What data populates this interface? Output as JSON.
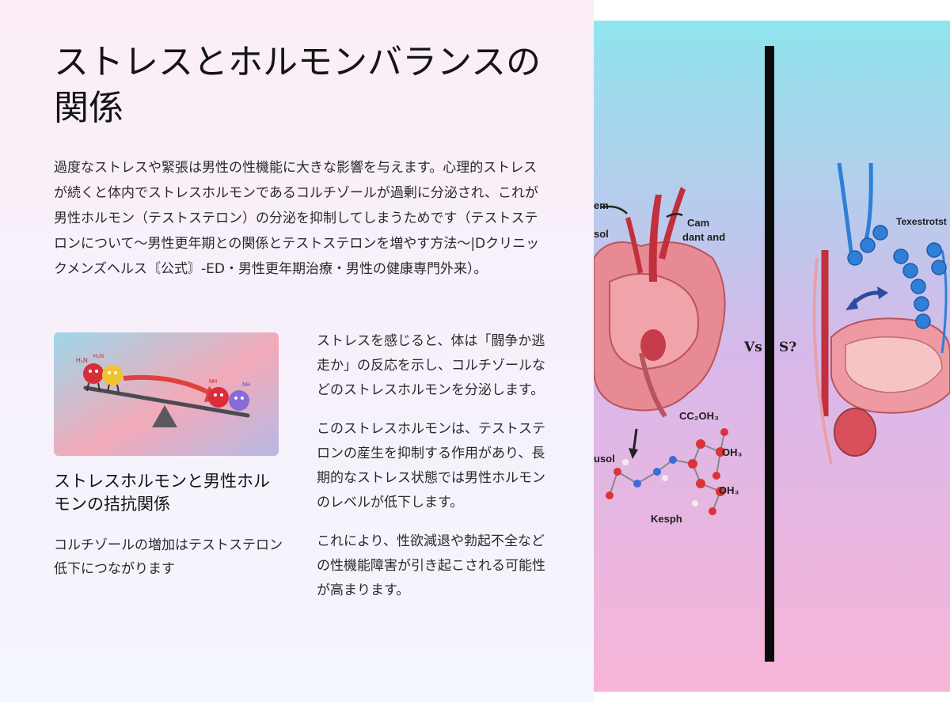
{
  "article": {
    "title": "ストレスとホルモンバランスの関係",
    "intro": "過度なストレスや緊張は男性の性機能に大きな影響を与えます。心理的ストレスが続くと体内でストレスホルモンであるコルチゾールが過剰に分泌され、これが男性ホルモン（テストステロン）の分泌を抑制してしまうためです（テストステロンについて〜男性更年期との関係とテストステロンを増やす方法〜|Dクリニックメンズヘルス〘公式〙-ED・男性更年期治療・男性の健康専門外来）。",
    "card": {
      "title": "ストレスホルモンと男性ホルモンの拮抗関係",
      "text": "コルチゾールの増加はテストステロン低下につながります",
      "molecule_labels": [
        "H₃N",
        "H₃N",
        "NH",
        "NH"
      ]
    },
    "paragraphs": [
      "ストレスを感じると、体は「闘争か逃走か」の反応を示し、コルチゾールなどのストレスホルモンを分泌します。",
      "このストレスホルモンは、テストステロンの産生を抑制する作用があり、長期的なストレス状態では男性ホルモンのレベルが低下します。",
      "これにより、性欲減退や勃起不全などの性機能障害が引き起こされる可能性が高まります。"
    ]
  },
  "illustration": {
    "labels": {
      "em": "em",
      "sol": "sol",
      "cam": "Cam",
      "dant": "dant and",
      "usol": "usol",
      "cc2oh3": "CC₂OH₃",
      "oh3a": "OH₃",
      "oh3b": "OH₃",
      "kesph": "Kesph",
      "vs": "Vs",
      "s": "S?",
      "texes": "Texestrotst"
    },
    "colors": {
      "bg_top": "#8fe4ee",
      "bg_bottom": "#f7b5d8",
      "organ": "#e88a93",
      "vessel": "#c0303d",
      "hormone_blue": "#2f7fd6"
    }
  }
}
